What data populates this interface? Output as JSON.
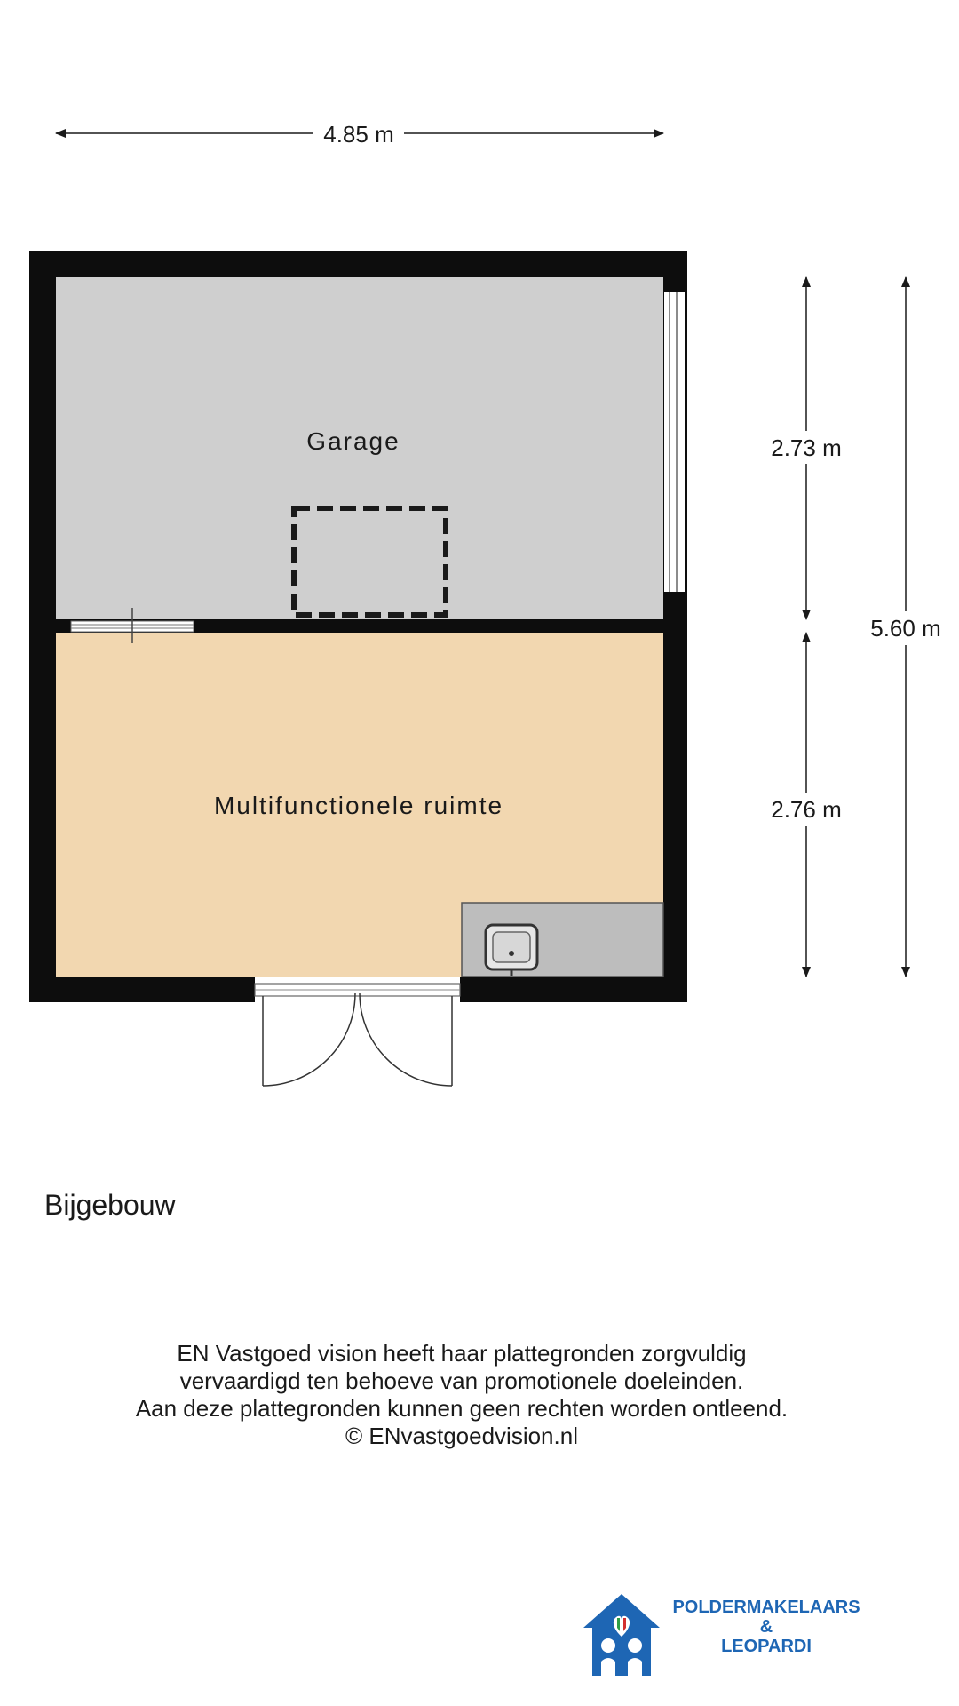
{
  "plan": {
    "rooms": {
      "garage": "Garage",
      "multi": "Multifunctionele ruimte"
    },
    "dimensions": {
      "width": "4.85 m",
      "garage_depth": "2.73 m",
      "multi_depth": "2.76 m",
      "total_depth": "5.60 m"
    },
    "colors": {
      "wall": "#0d0d0d",
      "garage_floor": "#cfcfcf",
      "multi_floor": "#f2d7b0",
      "counter": "#bdbdbd"
    }
  },
  "caption": "Bijgebouw",
  "disclaimer": [
    "EN Vastgoed vision heeft haar plattegronden zorgvuldig",
    "vervaardigd ten behoeve van promotionele doeleinden.",
    "Aan deze plattegronden kunnen geen rechten worden ontleend.",
    "© ENvastgoedvision.nl"
  ],
  "brand": {
    "line1": "POLDERMAKELAARS",
    "line2": "&",
    "line3": "LEOPARDI",
    "color": "#1e66b4",
    "icon": "house-with-heart-icon"
  }
}
